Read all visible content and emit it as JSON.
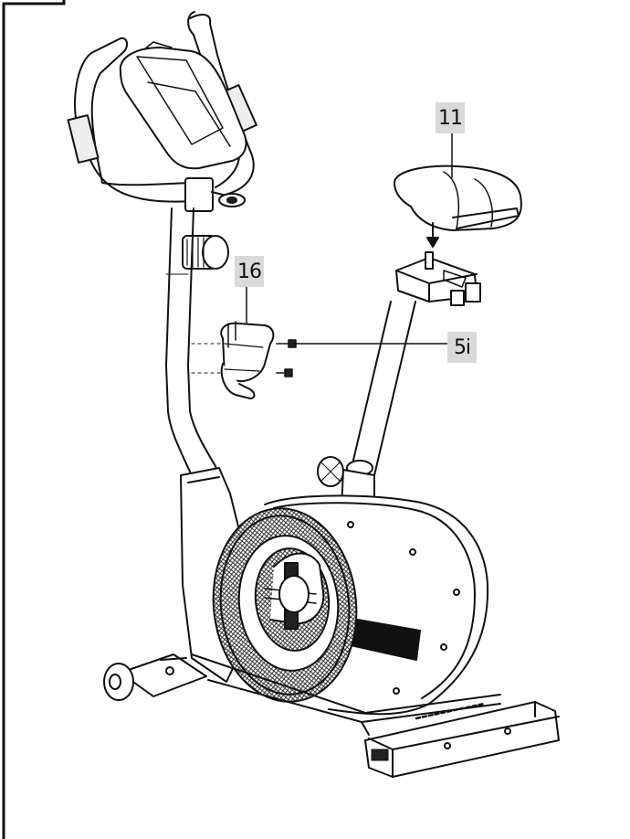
{
  "diagram": {
    "type": "exploded-assembly-view",
    "callouts": [
      {
        "id": "11",
        "text": "11",
        "part": "saddle"
      },
      {
        "id": "16",
        "text": "16",
        "part": "bottle-holder"
      },
      {
        "id": "5i",
        "text": "5i",
        "part": "bottle-holder-screws"
      }
    ]
  },
  "colors": {
    "line": "#111111",
    "label_bg": "#d9d9d9",
    "shade": "#333333"
  }
}
